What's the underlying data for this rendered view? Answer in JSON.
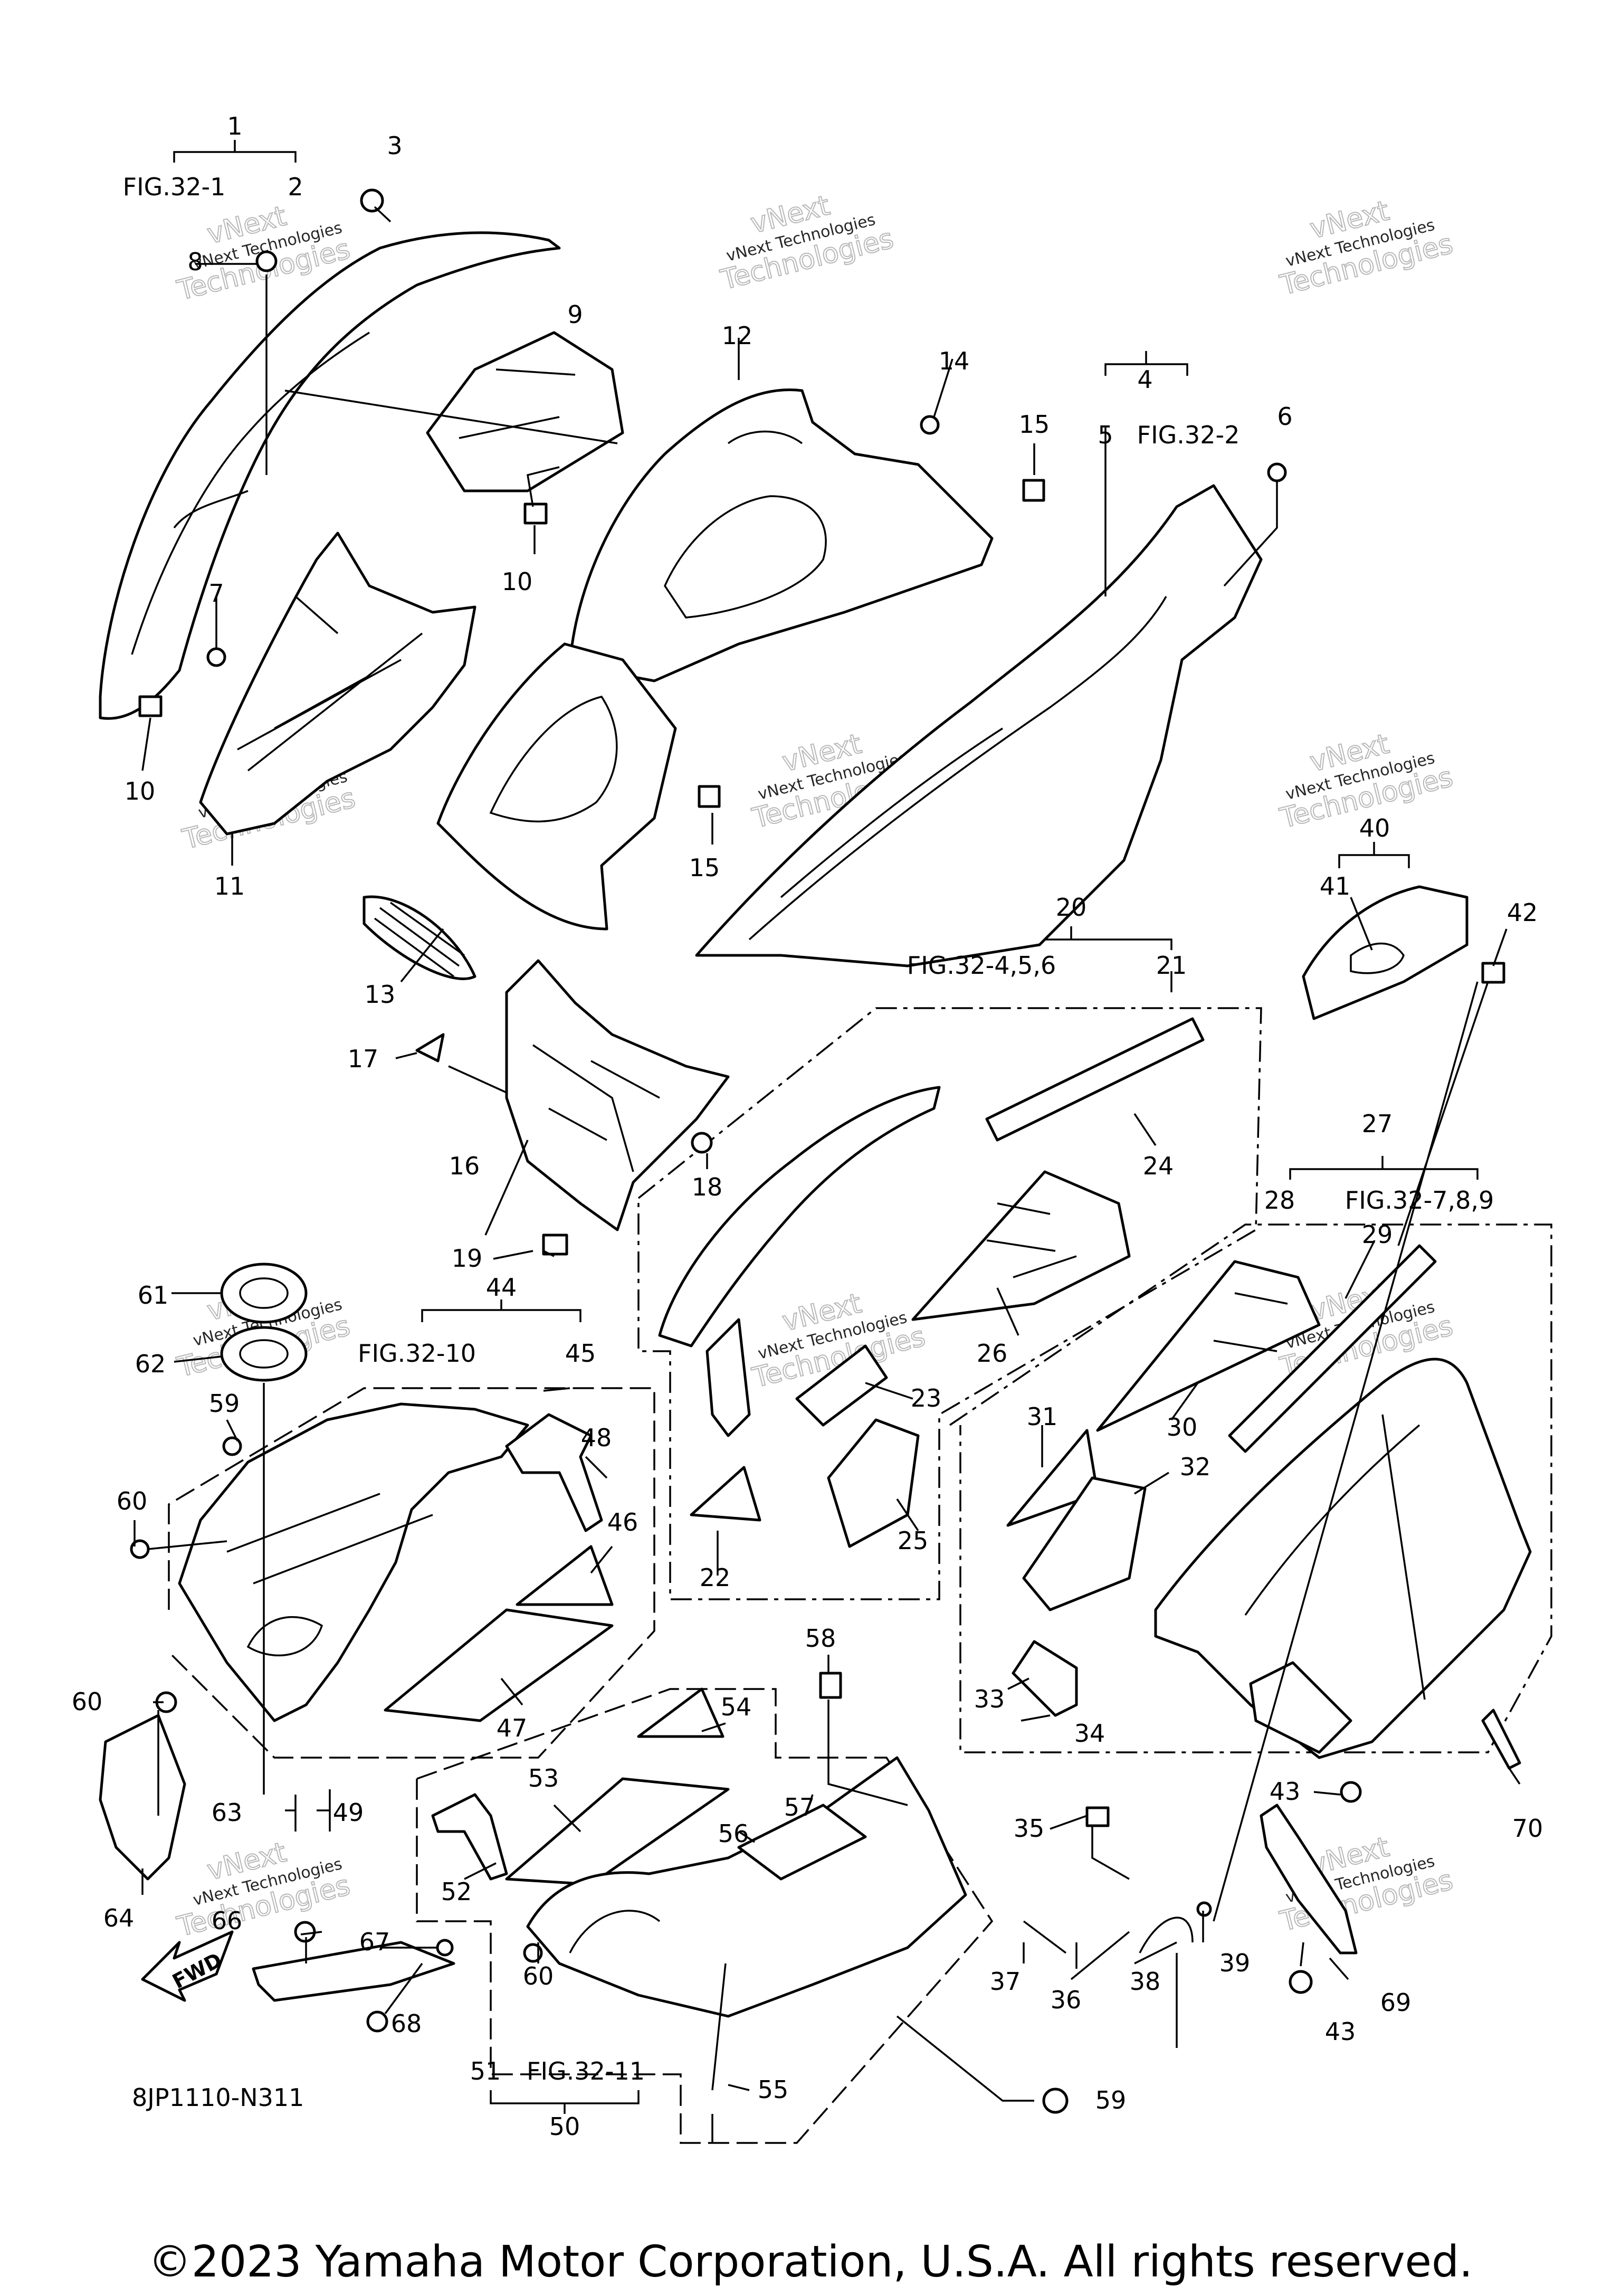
{
  "diagram_code": "8JP1110-N311",
  "copyright": "©2023 Yamaha Motor Corporation, U.S.A. All rights reserved.",
  "fwd_label": "FWD",
  "watermark_a": "vNext Technologies",
  "watermark_b": "vNext",
  "watermark_c": "Technologies",
  "fig_refs": {
    "fig_32_1": "FIG.32-1",
    "fig_32_2": "FIG.32-2",
    "fig_32_456": "FIG.32-4,5,6",
    "fig_32_789": "FIG.32-7,8,9",
    "fig_32_10": "FIG.32-10",
    "fig_32_11": "FIG.32-11"
  },
  "callouts": {
    "n1": "1",
    "n2": "2",
    "n3": "3",
    "n4": "4",
    "n5": "5",
    "n6": "6",
    "n7": "7",
    "n8": "8",
    "n9": "9",
    "n10a": "10",
    "n10b": "10",
    "n11": "11",
    "n12": "12",
    "n13": "13",
    "n14": "14",
    "n15a": "15",
    "n15b": "15",
    "n16": "16",
    "n17": "17",
    "n18": "18",
    "n19": "19",
    "n20": "20",
    "n21": "21",
    "n22": "22",
    "n23": "23",
    "n24": "24",
    "n25": "25",
    "n26": "26",
    "n27": "27",
    "n28": "28",
    "n29": "29",
    "n30": "30",
    "n31": "31",
    "n32": "32",
    "n33": "33",
    "n34": "34",
    "n35": "35",
    "n36": "36",
    "n37": "37",
    "n38": "38",
    "n39": "39",
    "n40": "40",
    "n41": "41",
    "n42": "42",
    "n43a": "43",
    "n43b": "43",
    "n44": "44",
    "n45": "45",
    "n46": "46",
    "n47": "47",
    "n48": "48",
    "n49": "49",
    "n50": "50",
    "n51": "51",
    "n52": "52",
    "n53": "53",
    "n54": "54",
    "n55": "55",
    "n56": "56",
    "n57": "57",
    "n58": "58",
    "n59a": "59",
    "n59b": "59",
    "n60a": "60",
    "n60b": "60",
    "n60c": "60",
    "n61": "61",
    "n62": "62",
    "n63": "63",
    "n64": "64",
    "n66": "66",
    "n67": "67",
    "n68": "68",
    "n69": "69",
    "n70": "70"
  }
}
